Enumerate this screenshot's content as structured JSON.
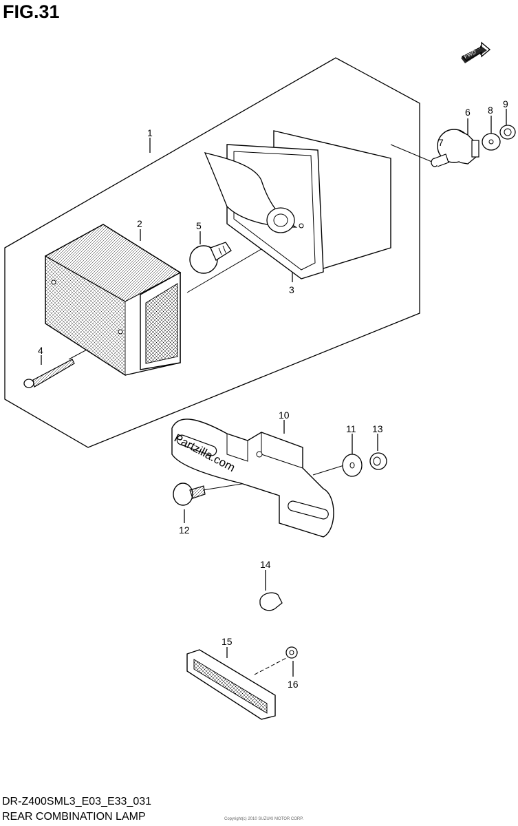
{
  "figure": {
    "title": "FIG.31"
  },
  "direction": {
    "label": "FWD"
  },
  "watermark": "Partzilla.com",
  "callouts": [
    "1",
    "2",
    "3",
    "4",
    "5",
    "6",
    "7",
    "8",
    "9",
    "10",
    "11",
    "12",
    "13",
    "14",
    "15",
    "16"
  ],
  "footer": {
    "model_code": "DR-Z400SML3_E03_E33_031",
    "assembly_name": "REAR COMBINATION LAMP",
    "copyright": "Copyright(c) 2010 SUZUKI MOTOR CORP."
  }
}
